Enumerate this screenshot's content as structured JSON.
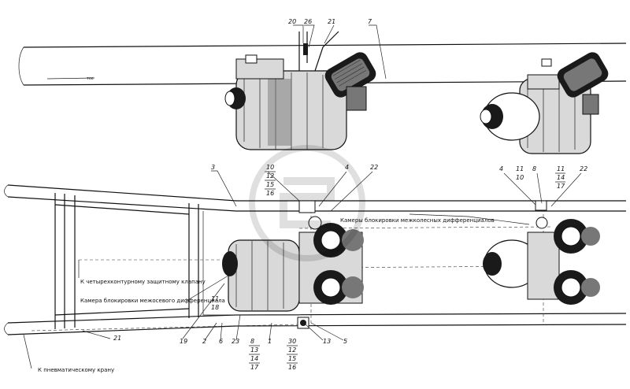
{
  "labels": {
    "four_circuit_valve": "К четырехконтурному защитному клапану",
    "interaxle_camera": "Камера блокировки межосевого дифференциала",
    "interwheel_cameras": "Камеры блокировки межколесных дифференциалов",
    "to_pneumatic_tap": "К пневматическому крану"
  },
  "callouts": {
    "c20": "20",
    "c26": "26",
    "c21_top": "21",
    "c7": "7",
    "c3": "3",
    "c10": "10",
    "c12": "12",
    "c15": "15",
    "c16": "16",
    "c4_mid": "4",
    "c22_mid": "22",
    "c4_right": "4",
    "c11_right": "11",
    "c8_right": "8",
    "c10_right": "10",
    "c11_right2": "11",
    "c14_right": "14",
    "c17_right": "17",
    "c22_right": "22",
    "c11_low": "11",
    "c18_low": "18",
    "c19": "19",
    "c2": "2",
    "c6": "6",
    "c23": "23",
    "c8_low": "8",
    "c13_low": "13",
    "c14_low": "14",
    "c17_low": "17",
    "c1": "1",
    "c30": "30",
    "c12_low": "12",
    "c15_low": "15",
    "c16_low": "16",
    "c13_b": "13",
    "c5": "5",
    "c21_left": "21"
  }
}
